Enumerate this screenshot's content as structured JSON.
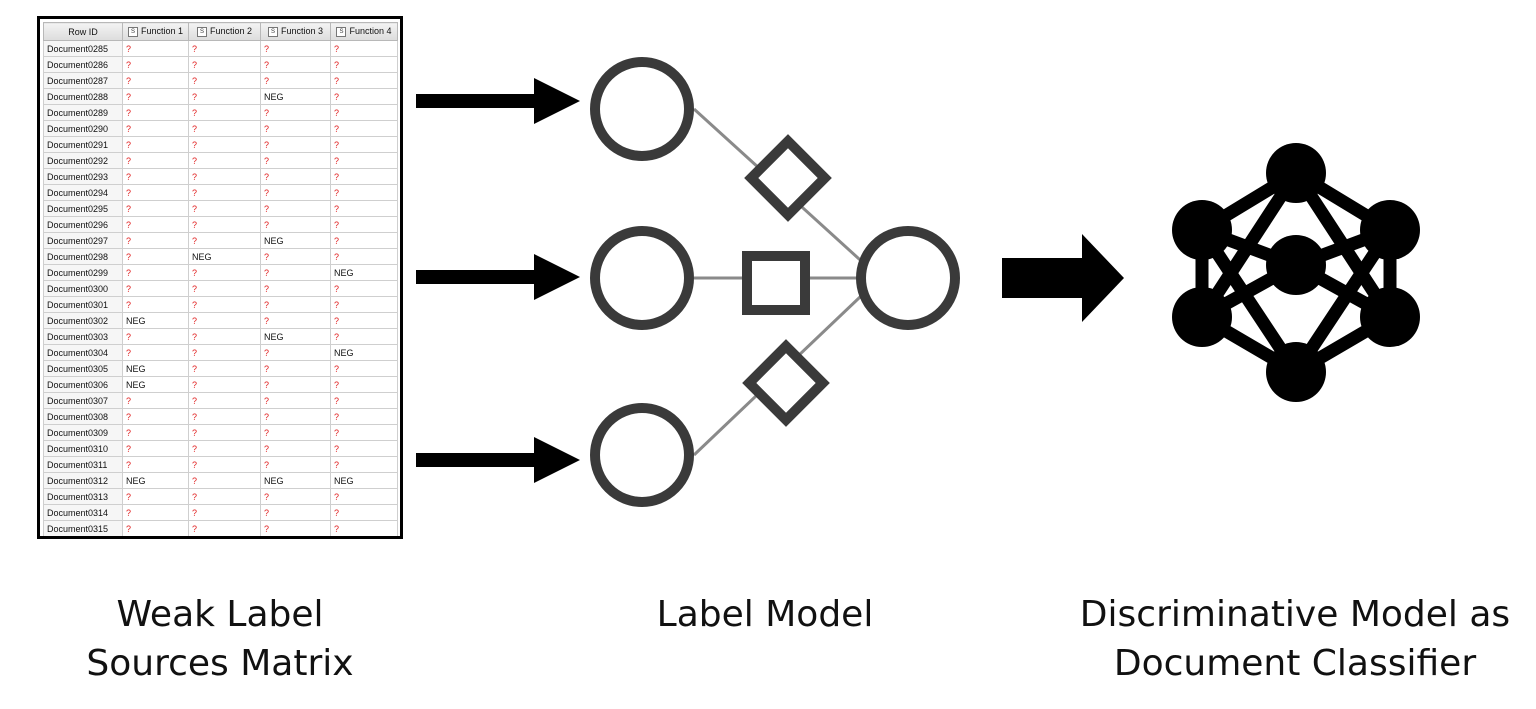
{
  "matrix": {
    "headers": [
      "Row ID",
      "Function 1",
      "Function 2",
      "Function 3",
      "Function 4"
    ],
    "header_icon_text": "S",
    "rows": [
      [
        "Document0285",
        "?",
        "?",
        "?",
        "?"
      ],
      [
        "Document0286",
        "?",
        "?",
        "?",
        "?"
      ],
      [
        "Document0287",
        "?",
        "?",
        "?",
        "?"
      ],
      [
        "Document0288",
        "?",
        "?",
        "NEG",
        "?"
      ],
      [
        "Document0289",
        "?",
        "?",
        "?",
        "?"
      ],
      [
        "Document0290",
        "?",
        "?",
        "?",
        "?"
      ],
      [
        "Document0291",
        "?",
        "?",
        "?",
        "?"
      ],
      [
        "Document0292",
        "?",
        "?",
        "?",
        "?"
      ],
      [
        "Document0293",
        "?",
        "?",
        "?",
        "?"
      ],
      [
        "Document0294",
        "?",
        "?",
        "?",
        "?"
      ],
      [
        "Document0295",
        "?",
        "?",
        "?",
        "?"
      ],
      [
        "Document0296",
        "?",
        "?",
        "?",
        "?"
      ],
      [
        "Document0297",
        "?",
        "?",
        "NEG",
        "?"
      ],
      [
        "Document0298",
        "?",
        "NEG",
        "?",
        "?"
      ],
      [
        "Document0299",
        "?",
        "?",
        "?",
        "NEG"
      ],
      [
        "Document0300",
        "?",
        "?",
        "?",
        "?"
      ],
      [
        "Document0301",
        "?",
        "?",
        "?",
        "?"
      ],
      [
        "Document0302",
        "NEG",
        "?",
        "?",
        "?"
      ],
      [
        "Document0303",
        "?",
        "?",
        "NEG",
        "?"
      ],
      [
        "Document0304",
        "?",
        "?",
        "?",
        "NEG"
      ],
      [
        "Document0305",
        "NEG",
        "?",
        "?",
        "?"
      ],
      [
        "Document0306",
        "NEG",
        "?",
        "?",
        "?"
      ],
      [
        "Document0307",
        "?",
        "?",
        "?",
        "?"
      ],
      [
        "Document0308",
        "?",
        "?",
        "?",
        "?"
      ],
      [
        "Document0309",
        "?",
        "?",
        "?",
        "?"
      ],
      [
        "Document0310",
        "?",
        "?",
        "?",
        "?"
      ],
      [
        "Document0311",
        "?",
        "?",
        "?",
        "?"
      ],
      [
        "Document0312",
        "NEG",
        "?",
        "NEG",
        "NEG"
      ],
      [
        "Document0313",
        "?",
        "?",
        "?",
        "?"
      ],
      [
        "Document0314",
        "?",
        "?",
        "?",
        "?"
      ],
      [
        "Document0315",
        "?",
        "?",
        "?",
        "?"
      ]
    ]
  },
  "captions": {
    "weak_label": "Weak Label\nSources Matrix",
    "label_model": "Label Model",
    "discriminative": "Discriminative Model as\nDocument Classifier"
  },
  "colors": {
    "node_stroke": "#3a3a3a",
    "edge": "#8a8a8a",
    "arrow": "#000000",
    "missing_value": "#e02020"
  },
  "icons": {
    "arrow": "right-arrow-icon",
    "classifier": "neural-network-icon"
  }
}
